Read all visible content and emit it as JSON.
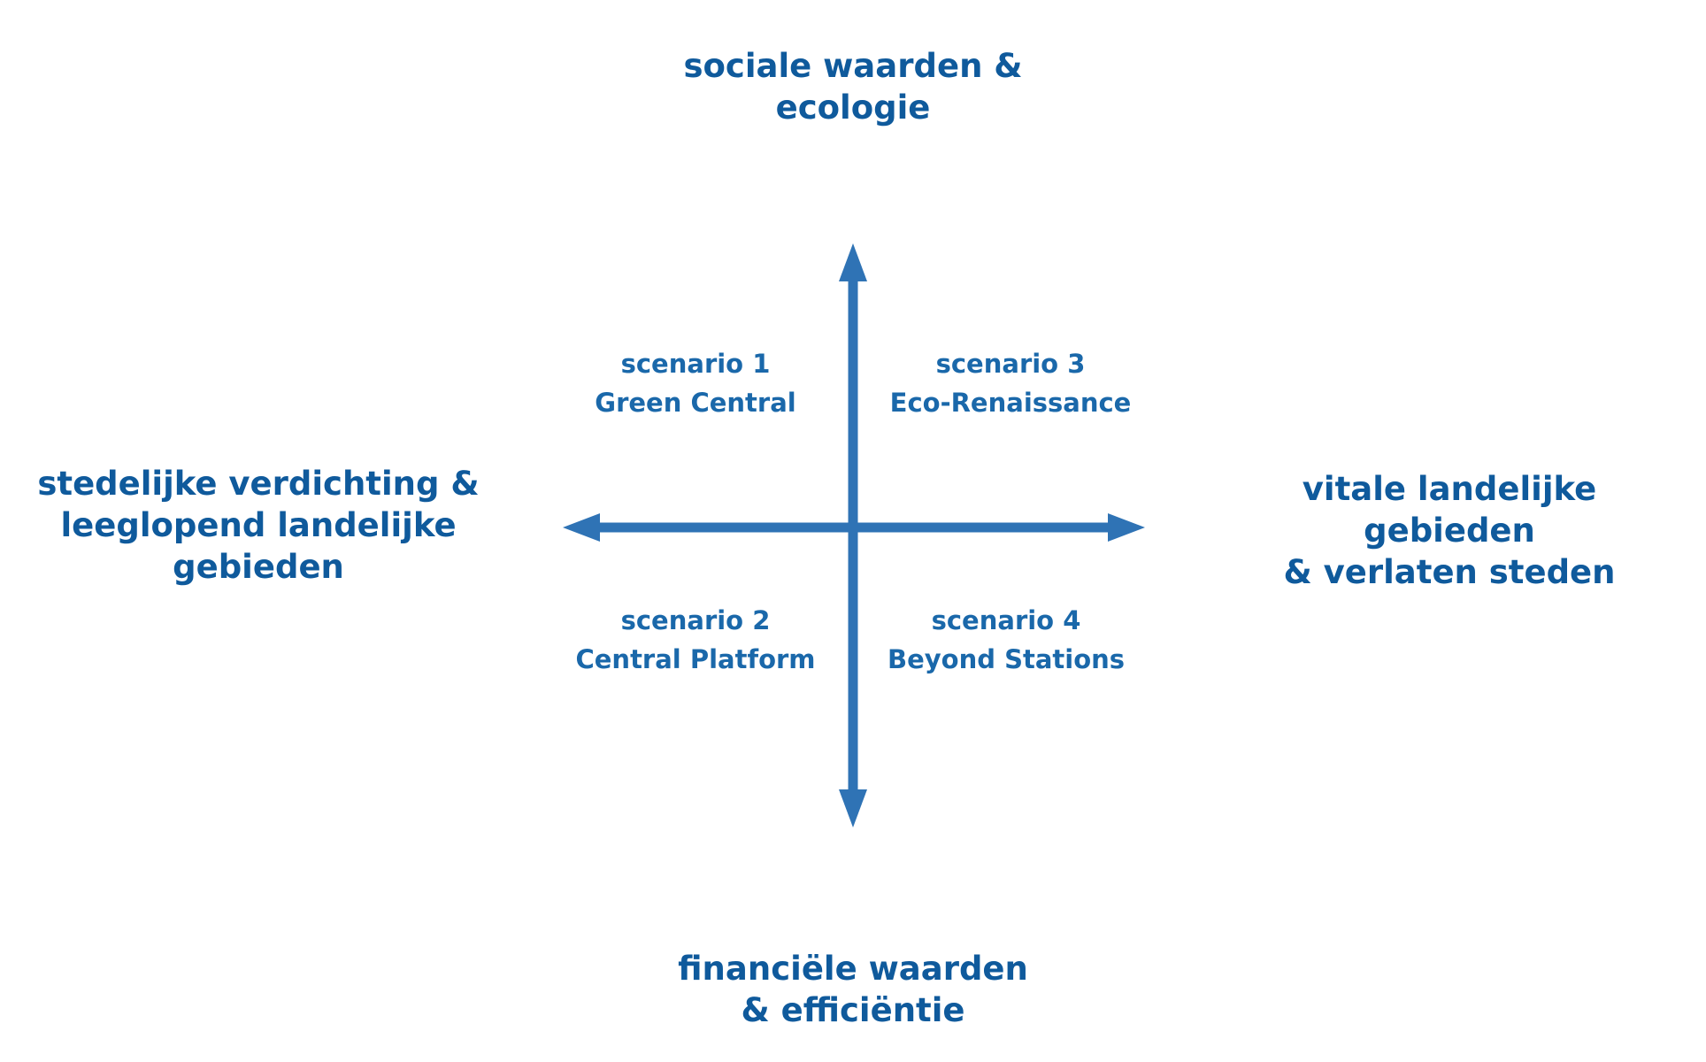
{
  "colors": {
    "text": "#0f5a9c",
    "scenario_text": "#1a68aa",
    "axis": "#2f73b5"
  },
  "poles": {
    "top": [
      "sociale waarden &",
      "ecologie"
    ],
    "bottom": [
      "financiële waarden",
      "& efficiëntie"
    ],
    "left": [
      "stedelijke verdichting &",
      "leeglopend landelijke",
      "gebieden"
    ],
    "right": [
      "vitale landelijke",
      "gebieden",
      "& verlaten steden"
    ]
  },
  "scenarios": {
    "s1": {
      "number": "scenario 1",
      "name": "Green Central"
    },
    "s2": {
      "number": "scenario 2",
      "name": "Central Platform"
    },
    "s3": {
      "number": "scenario 3",
      "name": "Eco-Renaissance"
    },
    "s4": {
      "number": "scenario 4",
      "name": "Beyond Stations"
    }
  },
  "axes": {
    "vertical_icon": "double-arrow-vertical",
    "horizontal_icon": "double-arrow-horizontal"
  }
}
